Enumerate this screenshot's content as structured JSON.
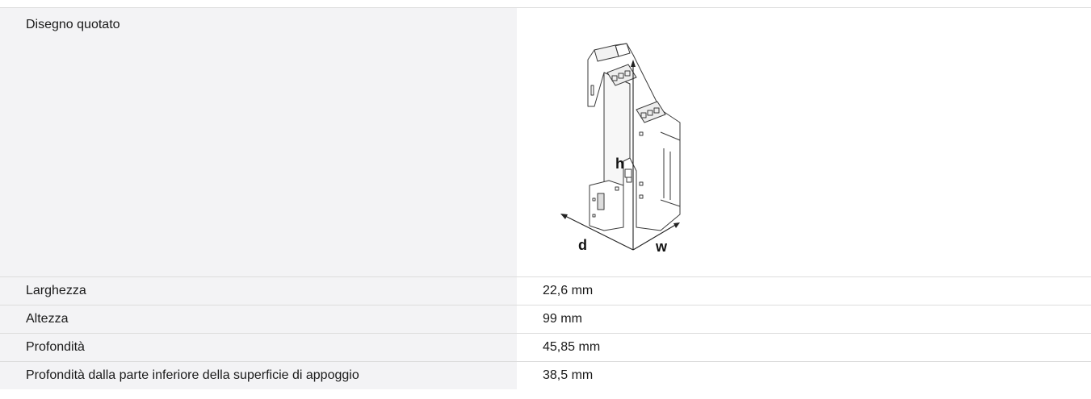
{
  "dimension_drawing": {
    "label": "Disegno quotato",
    "dim_labels": {
      "h": "h",
      "d": "d",
      "w": "w"
    }
  },
  "rows": [
    {
      "label": "Larghezza",
      "value": "22,6 mm"
    },
    {
      "label": "Altezza",
      "value": "99 mm"
    },
    {
      "label": "Profondità",
      "value": "45,85 mm"
    },
    {
      "label": "Profondità dalla parte inferiore della superficie di appoggio",
      "value": "38,5 mm"
    }
  ]
}
